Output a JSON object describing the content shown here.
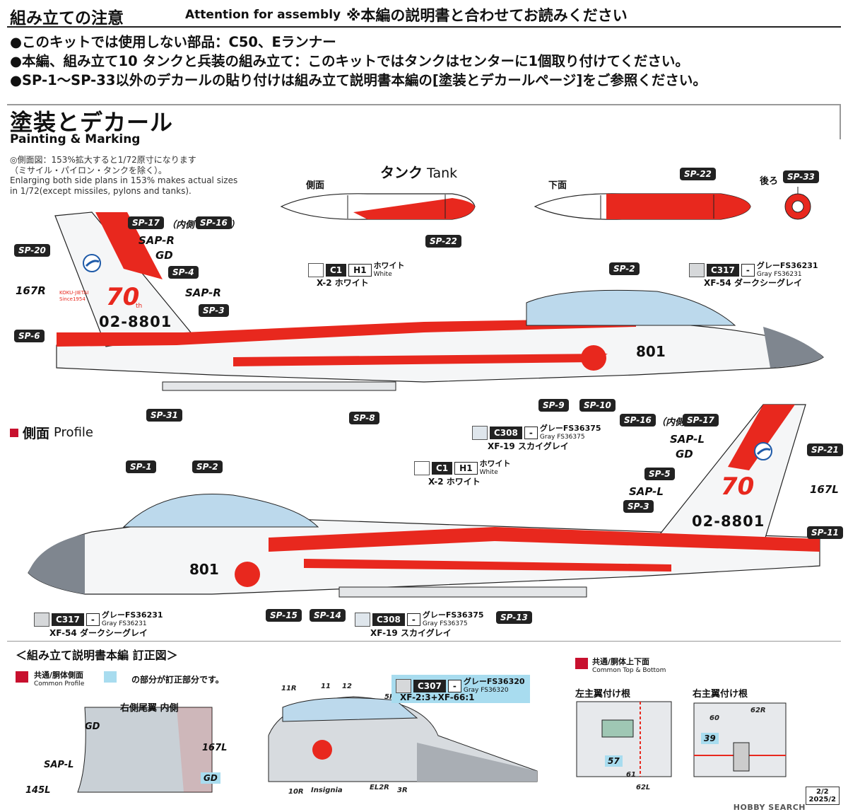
{
  "header": {
    "title": "組み立ての注意",
    "title_en": "Attention for assembly",
    "note": "※本編の説明書と合わせてお読みください"
  },
  "bullets": [
    "●このキットでは使用しない部品：C50、Eランナー",
    "●本編、組み立て10 タンクと兵装の組み立て：このキットではタンクはセンターに1個取り付けてください。",
    "●SP-1～SP-33以外のデカールの貼り付けは組み立て説明書本編の[塗装とデカールページ]をご参照ください。"
  ],
  "section": {
    "title": "塗装とデカール",
    "title_en": "Painting & Marking",
    "note_lines": [
      "◎側面図：153%拡大すると1/72原寸になります",
      "（ミサイル・パイロン・タンクを除く）。",
      "Enlarging both side plans in 153% makes actual sizes",
      "in 1/72(except missiles, pylons and tanks)."
    ]
  },
  "tank": {
    "title": "タンク",
    "title_en": "Tank",
    "side": "側面",
    "bottom": "下面",
    "rear": "後ろ",
    "tags": {
      "sp22a": "SP-22",
      "sp22b": "SP-22",
      "sp33": "SP-33"
    }
  },
  "colors": {
    "white": {
      "c": "C1",
      "h": "H1",
      "name": "ホワイト",
      "en": "White",
      "xf": "X-2 ホワイト",
      "hex": "#ffffff"
    },
    "dark_sea_gray": {
      "c": "C317",
      "h": "-",
      "name": "グレーFS36231",
      "en": "Gray FS36231",
      "xf": "XF-54 ダークシーグレイ",
      "hex": "#8a9099"
    },
    "sky_gray": {
      "c": "C308",
      "h": "-",
      "name": "グレーFS36375",
      "en": "Gray FS36375",
      "xf": "XF-19 スカイグレイ",
      "hex": "#c9d0d6"
    },
    "gray_36320": {
      "c": "C307",
      "h": "-",
      "name": "グレーFS36320",
      "en": "Gray FS36320",
      "xf": "XF-2:3+XF-66:1",
      "hex": "#a9aeb4"
    },
    "red": "#e8281e",
    "blue_correction": "#a8dcef"
  },
  "upper": {
    "tags": {
      "sp17": "SP-17",
      "sp16": "SP-16",
      "sp20": "SP-20",
      "sp4": "SP-4",
      "sp3": "SP-3",
      "sp6": "SP-6",
      "sp31": "SP-31",
      "sp8": "SP-8",
      "sp9": "SP-9",
      "sp10": "SP-10",
      "sp2": "SP-2"
    },
    "inner": "（内側",
    "inner_close": "）",
    "captions": {
      "sapr1": "SAP-R",
      "gd": "GD",
      "sapr2": "SAP-R",
      "n167r": "167R"
    },
    "serial": "02-8801",
    "nose_num": "801",
    "anniv_small": "KOKU-JIETAI Since1954",
    "anniv_th": "th"
  },
  "profile": {
    "mark": "側面",
    "en": "Profile"
  },
  "lower": {
    "tags": {
      "sp16": "SP-16",
      "sp17": "SP-17",
      "sp21": "SP-21",
      "sp1": "SP-1",
      "sp2": "SP-2",
      "sp5": "SP-5",
      "sp3": "SP-3",
      "sp11": "SP-11",
      "sp15": "SP-15",
      "sp14": "SP-14",
      "sp13": "SP-13"
    },
    "inner": "（内側",
    "captions": {
      "sapl1": "SAP-L",
      "gd": "GD",
      "sapl2": "SAP-L",
      "n167l": "167L"
    },
    "serial": "02-8801",
    "nose_num": "801"
  },
  "correction": {
    "title": "＜組み立て説明書本編 訂正図＞",
    "legend_red_ja": "共通/胴体側面",
    "legend_red_en": "Common Profile",
    "legend_blue": "の部分が訂正部分です。",
    "legend_red2_ja": "共通/胴体上下面",
    "legend_red2_en": "Common Top & Bottom",
    "tail_title": "右側尾翼 内側",
    "tail_labels": {
      "gd1": "GD",
      "n167l": "167L",
      "sapl": "SAP-L",
      "n145l": "145L",
      "gd2": "GD"
    },
    "nose_labels": {
      "n11r": "11R",
      "n11": "11",
      "n12": "12",
      "n5r": "5R",
      "n10r": "10R",
      "insignia": "Insignia",
      "el2r": "EL2R",
      "n3r": "3R"
    },
    "left_root": "左主翼付け根",
    "right_root": "右主翼付け根",
    "left_labels": {
      "n57": "57",
      "n61": "61",
      "n62l": "62L"
    },
    "right_labels": {
      "n62r": "62R",
      "n60": "60",
      "n39": "39"
    }
  },
  "footer": {
    "page": "2/2",
    "date": "2025/2"
  },
  "watermark": "HOBBY SEARCH"
}
